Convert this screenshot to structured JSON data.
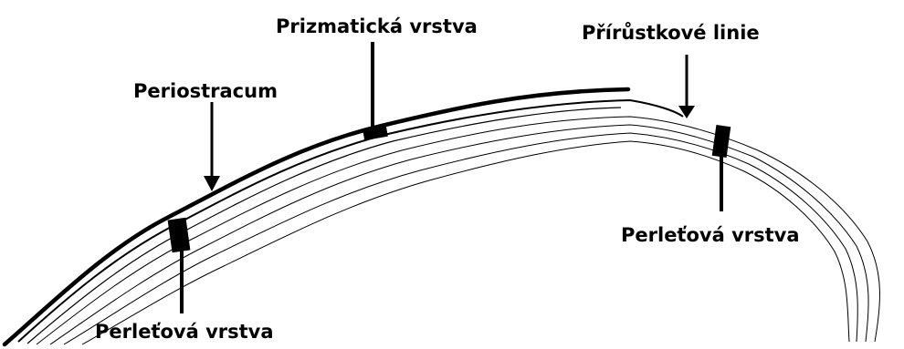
{
  "labels": {
    "prismatic_layer": "Prizmatická vrstva",
    "growth_lines": "Přírůstkové linie",
    "periostracum": "Periostracum",
    "nacre_right": "Perleťová vrstva",
    "nacre_left": "Perleťová vrstva"
  },
  "colors": {
    "ink": "#000000",
    "background": "#ffffff"
  }
}
